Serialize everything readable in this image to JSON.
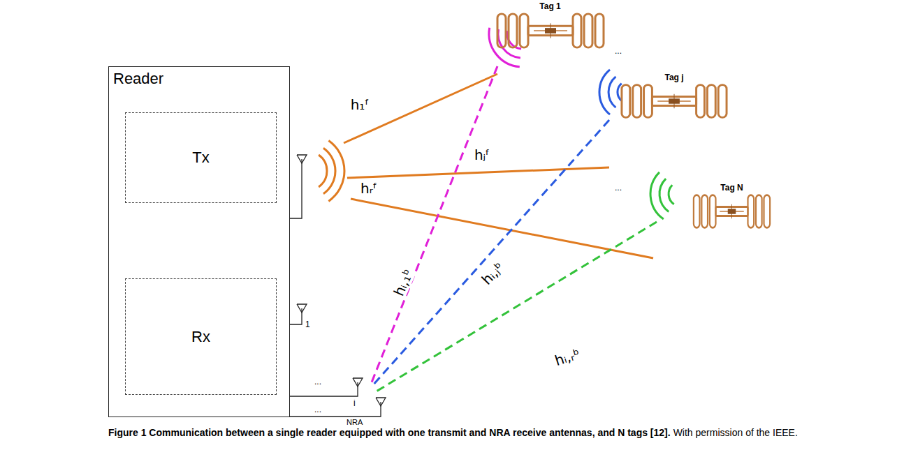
{
  "diagram": {
    "caption": "Figure 1 Communication between a single reader equipped with one transmit and NRA receive antennas, and N tags [12].",
    "nodes": [
      {
        "text": [
          "Reader"
        ]
      },
      {
        "text": [
          "Tx"
        ],
        "in": 0
      },
      {
        "text": [
          "Rx"
        ],
        "in": 0
      },
      {
        "text": [
          "Tag 1"
        ]
      },
      {
        "text": [
          "Tag j"
        ]
      },
      {
        "text": [
          "Tag N"
        ]
      }
    ],
    "edges": [
      {
        "from": 1,
        "to": 3,
        "arrow": "none",
        "label": "h₁ᶠ"
      },
      {
        "from": 1,
        "to": 4,
        "arrow": "none",
        "label": "hⱼᶠ"
      },
      {
        "from": 1,
        "to": 5,
        "arrow": "none",
        "label": "hᵣᶠ"
      },
      {
        "from": 3,
        "to": 2,
        "arrow": "none",
        "label": "hᵢ,₁ᵇ"
      },
      {
        "from": 4,
        "to": 2,
        "arrow": "none",
        "label": "hᵢ,ⱼᵇ"
      },
      {
        "from": 5,
        "to": 2,
        "arrow": "none",
        "label": "hᵢ,ᵣᵇ"
      }
    ],
    "labels": [
      "...",
      "...",
      "1",
      "...",
      "i",
      "...",
      "NRA",
      "With permission of the IEEE."
    ]
  }
}
